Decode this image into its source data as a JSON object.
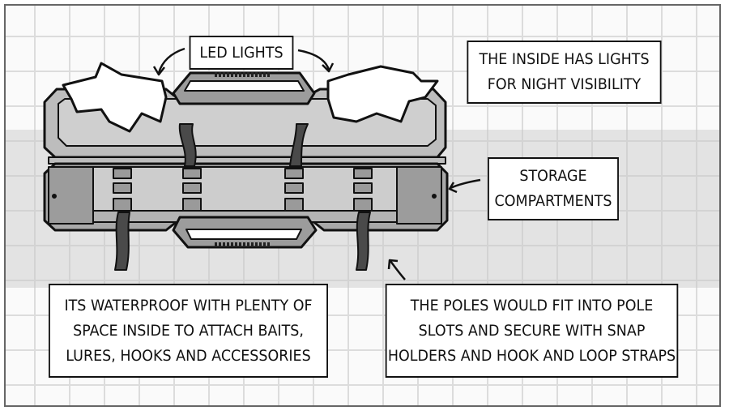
{
  "labels": {
    "led_lights": "LED LIGHTS",
    "inside_lights": [
      "THE INSIDE HAS LIGHTS",
      "FOR NIGHT VISIBILITY"
    ],
    "storage": [
      "STORAGE",
      "COMPARTMENTS"
    ],
    "waterproof": [
      "ITS WATERPROOF WITH PLENTY OF",
      "SPACE INSIDE TO ATTACH BAITS,",
      "LURES, HOOKS AND ACCESSORIES"
    ],
    "poles": [
      "THE POLES WOULD FIT INTO POLE",
      "SLOTS AND SECURE WITH SNAP",
      "HOLDERS AND HOOK AND LOOP STRAPS"
    ]
  },
  "colors": {
    "case_light": "#c8c8c8",
    "case_mid": "#a8a8a8",
    "case_dark": "#8a8a8a",
    "strap": "#4a4a4a",
    "outline": "#111111"
  }
}
